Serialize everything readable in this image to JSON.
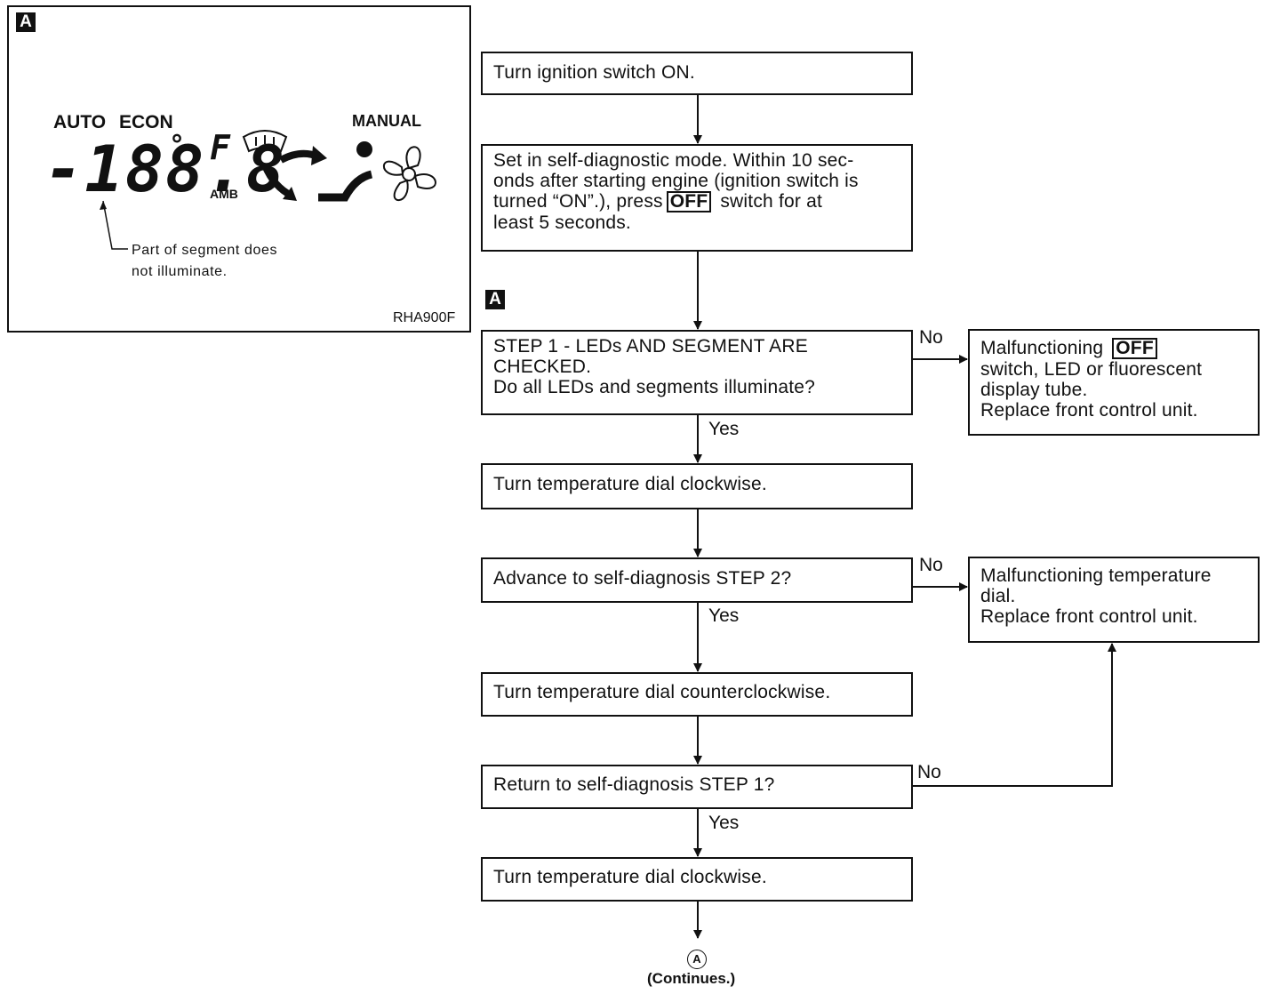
{
  "panel": {
    "tag": "A",
    "auto_label": "AUTO",
    "econ_label": "ECON",
    "manual_label": "MANUAL",
    "segment_text": "-188.8",
    "deg_symbol": "°",
    "fahr_symbol": "F",
    "amb_label": "AMB",
    "note_line1": "Part of segment does",
    "note_line2": "not illuminate.",
    "figure_code": "RHA900F"
  },
  "connector_tag": "A",
  "boxes": {
    "b1": "Turn ignition switch ON.",
    "b2_line1": "Set in self-diagnostic mode. Within 10 sec-",
    "b2_line2": "onds after starting engine (ignition switch is",
    "b2_line3a": "turned “ON”.), press",
    "b2_off": "OFF",
    "b2_line3b": "switch for at",
    "b2_line4": "least 5 seconds.",
    "b3_line1": "STEP 1 - LEDs AND SEGMENT ARE",
    "b3_line2": "CHECKED.",
    "b3_line3": "Do all LEDs and segments illuminate?",
    "r1_line1a": "Malfunctioning",
    "r1_off": "OFF",
    "r1_line2": "switch, LED or fluorescent",
    "r1_line3": "display tube.",
    "r1_line4": "Replace front control unit.",
    "b4": "Turn temperature dial clockwise.",
    "b5": "Advance to self-diagnosis STEP 2?",
    "r2_line1": "Malfunctioning temperature",
    "r2_line2": "dial.",
    "r2_line3": "Replace front control unit.",
    "b6": "Turn temperature dial counterclockwise.",
    "b7": "Return to self-diagnosis STEP 1?",
    "b8": "Turn temperature dial clockwise."
  },
  "labels": {
    "no1": "No",
    "yes1": "Yes",
    "no2": "No",
    "yes2": "Yes",
    "no3": "No",
    "yes3": "Yes"
  },
  "footer": {
    "circle_a": "A",
    "continues": "(Continues.)"
  }
}
